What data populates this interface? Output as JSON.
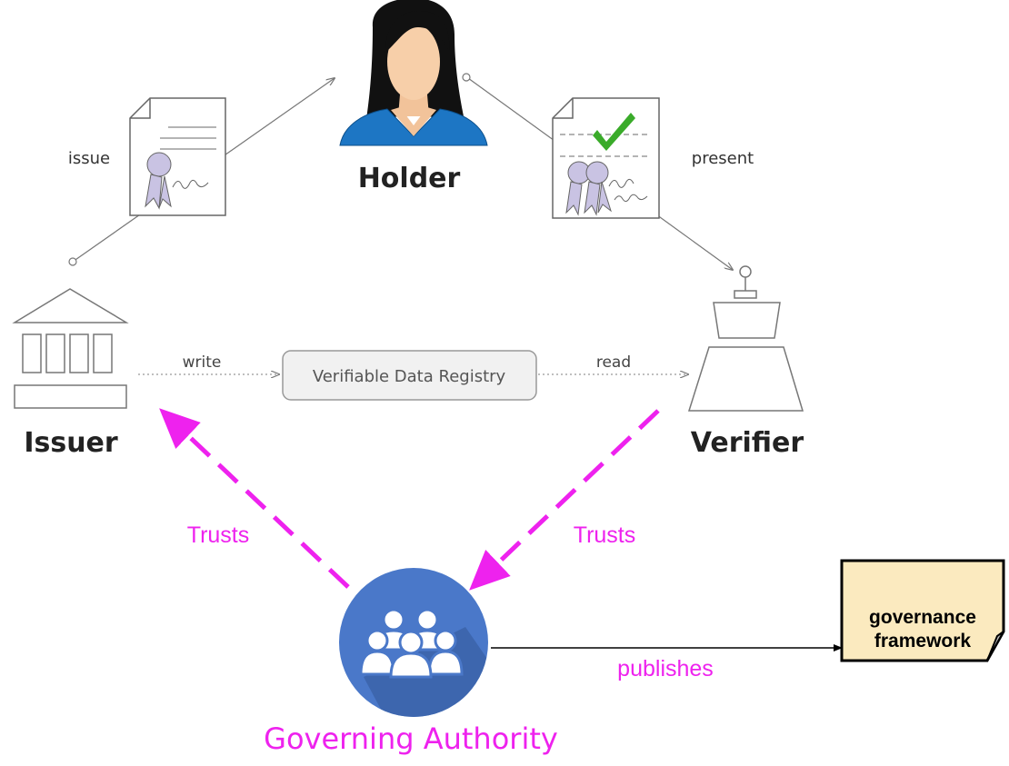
{
  "roles": {
    "holder": "Holder",
    "issuer": "Issuer",
    "verifier": "Verifier",
    "governing_authority": "Governing Authority"
  },
  "registry": {
    "label": "Verifiable Data Registry"
  },
  "edges": {
    "issue": "issue",
    "present": "present",
    "write": "write",
    "read": "read",
    "trusts_issuer": "Trusts",
    "trusts_verifier": "Trusts",
    "publishes": "publishes"
  },
  "document": {
    "line1": "governance",
    "line2": "framework"
  },
  "colors": {
    "magenta": "#ee22ee",
    "authority_blue": "#4a78c9",
    "document_fill": "#fbeabf",
    "credential_figure": "#c9c3e3",
    "check_green": "#3aab2a",
    "holder_jacket": "#1d76c4"
  },
  "icons": {
    "holder": "person-icon",
    "issuer": "institution-icon",
    "verifier": "verifier-icon",
    "authority": "group-icon",
    "credential": "certificate-icon",
    "verified_credential": "verified-certificate-icon",
    "check": "checkmark-icon"
  }
}
